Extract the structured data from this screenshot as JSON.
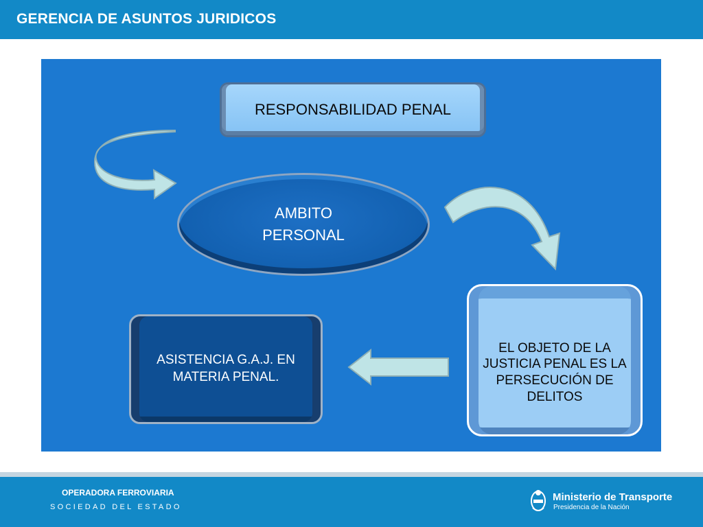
{
  "header": {
    "title": "GERENCIA DE ASUNTOS JURIDICOS"
  },
  "diagram": {
    "responsabilidad": "RESPONSABILIDAD PENAL",
    "ambito_line1": "AMBITO",
    "ambito_line2": "PERSONAL",
    "objeto": "EL OBJETO DE LA JUSTICIA PENAL ES LA PERSECUCIÓN DE DELITOS",
    "asistencia": "ASISTENCIA G.A.J. EN MATERIA PENAL."
  },
  "footer": {
    "org_name": "OPERADORA FERROVIARIA",
    "org_sub": "SOCIEDAD DEL ESTADO",
    "ministry_name": "Ministerio de Transporte",
    "ministry_sub": "Presidencia de la Nación"
  },
  "icons": [
    "argentina-coat-of-arms-icon",
    "curved-arrow-icon",
    "left-arrow-icon"
  ],
  "colors": {
    "header": "#1289c7",
    "panel": "#1c79d1",
    "ellipse": "#1260b0",
    "light_box": "#9ccdf5",
    "dark_box": "#0e4f94",
    "arrow": "#bfe4e6"
  }
}
